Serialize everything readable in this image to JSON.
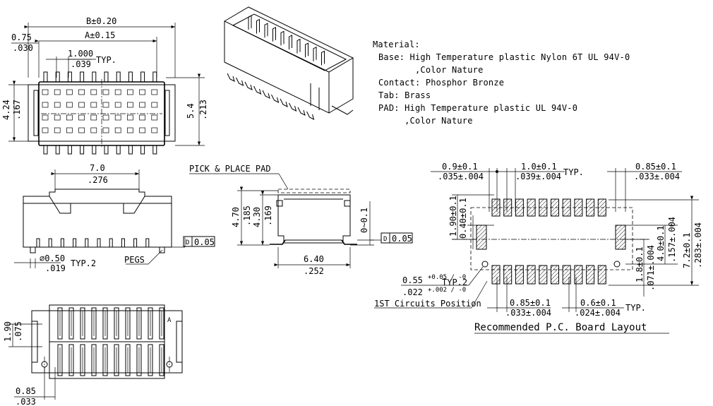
{
  "material": {
    "heading": "Material:",
    "lines": [
      "Base: High Temperature plastic Nylon 6T UL 94V-0",
      "       ,Color Nature",
      "Contact: Phosphor Bronze",
      "Tab: Brass",
      "PAD: High Temperature plastic UL 94V-0",
      "     ,Color Nature"
    ]
  },
  "top_view": {
    "dim_b": "B±0.20",
    "dim_075": "0.75",
    "dim_030": ".030",
    "dim_a": "A±0.15",
    "pitch_mm": "1.000",
    "pitch_in": ".039",
    "typ": "TYP.",
    "h_mm": "4.24",
    "h_in": ".167",
    "h2_mm": "5.4",
    "h2_in": ".213"
  },
  "side_view": {
    "w_mm": "7.0",
    "w_in": ".276",
    "peg_mm": "⌀0.50",
    "peg_in": ".019",
    "peg_typ": "TYP.2",
    "pegs_label": "PEGS",
    "flat_d": "D",
    "flat_val": "0.05"
  },
  "end_view": {
    "pick_place": "PICK & PLACE PAD",
    "h470": "4.70",
    "h185": ".185",
    "h430": "4.30",
    "h169": ".169",
    "gap": "0~0.1",
    "w640": "6.40",
    "w252": ".252",
    "flat_d": "D",
    "flat_val": "0.05"
  },
  "bottom_view": {
    "h190": "1.90",
    "h075": ".075",
    "w085": "0.85",
    "w033": ".033",
    "a_mark": "A"
  },
  "pcb_layout": {
    "title": "Recommended P.C. Board Layout",
    "d09": "0.9±0.1",
    "d035": ".035±.004",
    "d10": "1.0±0.1",
    "d039": ".039±.004",
    "typ": "TYP.",
    "d085": "0.85±0.1",
    "d033": ".033±.004",
    "d190": "1.90±0.1",
    "d040": "0.40±0.1",
    "d40": "4.0±0.1",
    "d157": ".157±.004",
    "d72": "7.2±0.1",
    "d283": ".283±.004",
    "d18": "1.8±0.1",
    "d071": ".071±.004",
    "d055": "0.55",
    "d055_tol": "+0.05 / -0",
    "d055_typ": "TYP.2",
    "d022": ".022",
    "d022_tol": "+.002 / -0",
    "first_circuit": "1ST Circuits Position",
    "d085b": "0.85±0.1",
    "d033b": ".033±.004",
    "d06": "0.6±0.1",
    "d024": ".024±.004",
    "typ2": "TYP."
  }
}
